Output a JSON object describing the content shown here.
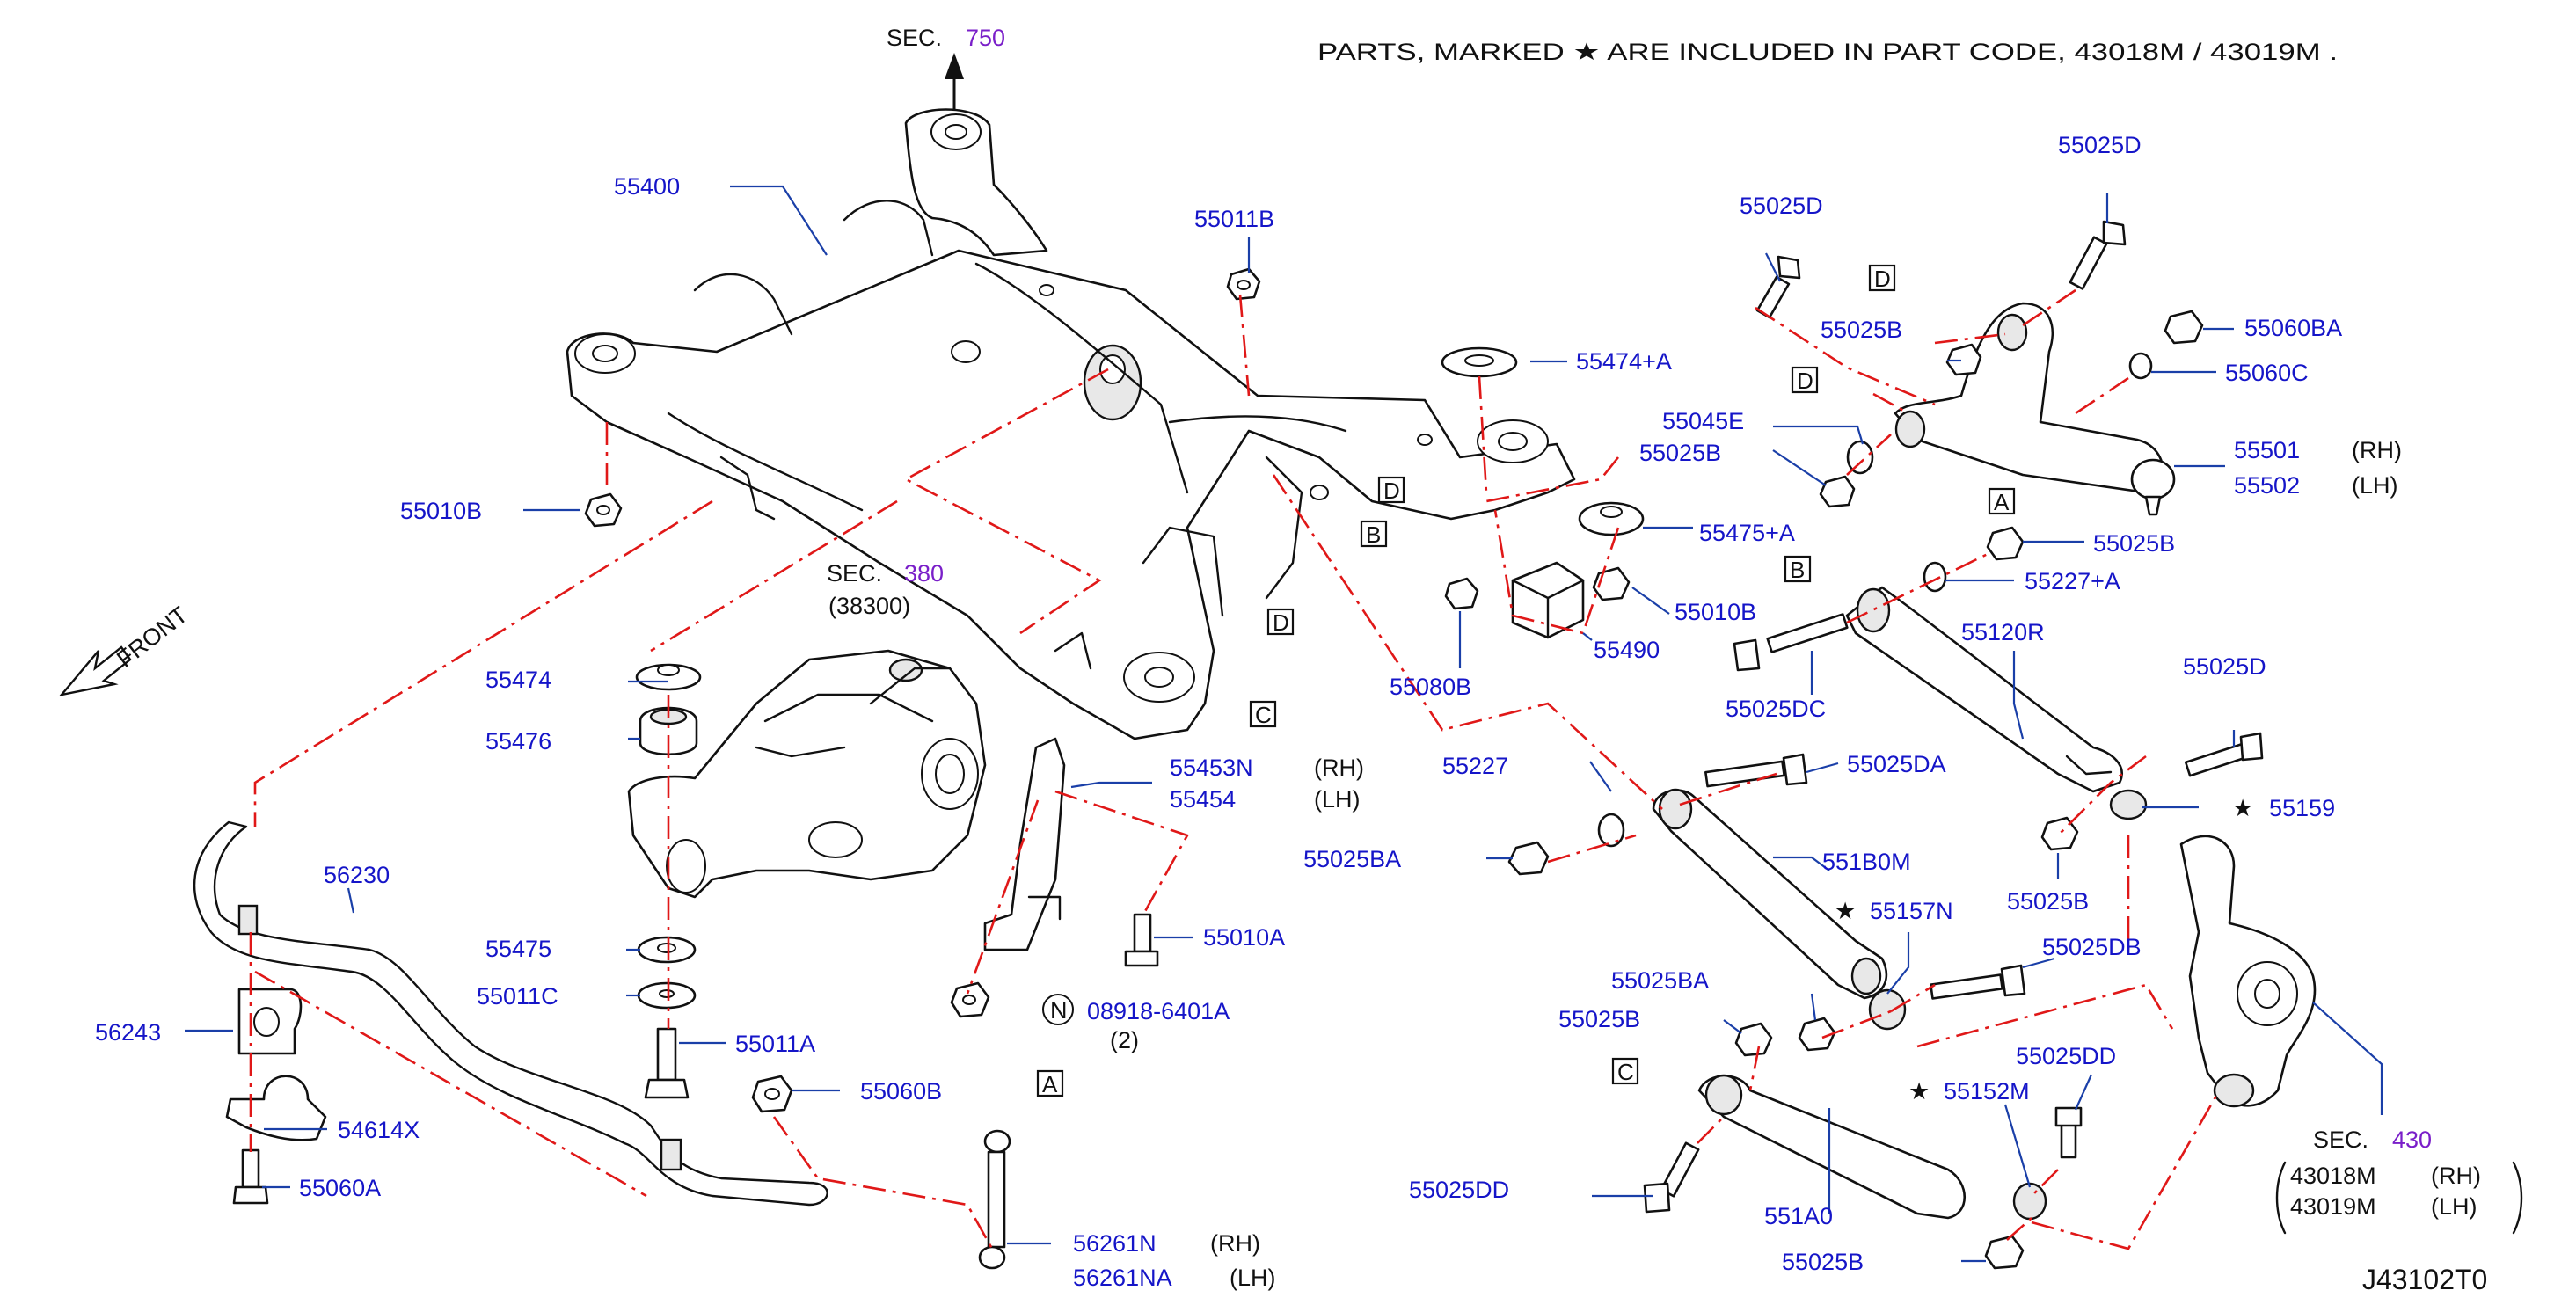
{
  "header": {
    "parts_note": "PARTS, MARKED ★ ARE INCLUDED IN PART CODE, 43018M / 43019M ."
  },
  "diagram_code": "J43102T0",
  "front_label": "FRONT",
  "sections": {
    "sec750": {
      "prefix": "SEC.",
      "num": "750"
    },
    "sec380": {
      "prefix": "SEC.",
      "num": "380",
      "sub": "(38300)"
    },
    "sec430": {
      "prefix": "SEC.",
      "num": "430",
      "rh": "43018M",
      "rh_side": "(RH)",
      "lh": "43019M",
      "lh_side": "(LH)"
    }
  },
  "labels": {
    "p55400": "55400",
    "p55011B": "55011B",
    "p55010B_left": "55010B",
    "p55474A": "55474+A",
    "p55045E": "55045E",
    "p55025B_a": "55025B",
    "p55475A": "55475+A",
    "p55010B_right": "55010B",
    "p55490": "55490",
    "p55080B": "55080B",
    "p55474": "55474",
    "p55476": "55476",
    "p55475": "55475",
    "p55011C": "55011C",
    "p55011A": "55011A",
    "p55453N": "55453N",
    "p55453N_side": "(RH)",
    "p55454": "55454",
    "p55454_side": "(LH)",
    "p55010A": "55010A",
    "p08918": "08918-6401A",
    "p08918_qty": "(2)",
    "p08918_badge": "N",
    "p56230": "56230",
    "p56243": "56243",
    "p54614X": "54614X",
    "p55060A": "55060A",
    "p55060B": "55060B",
    "p56261N": "56261N",
    "p56261N_side": "(RH)",
    "p56261NA": "56261NA",
    "p56261NA_side": "(LH)",
    "p55025D_top": "55025D",
    "p55025D_left": "55025D",
    "p55025B_d": "55025B",
    "p55060BA": "55060BA",
    "p55060C": "55060C",
    "p55501": "55501",
    "p55501_side": "(RH)",
    "p55502": "55502",
    "p55502_side": "(LH)",
    "p55025B_b": "55025B",
    "p55227A": "55227+A",
    "p55120R": "55120R",
    "p55025DC": "55025DC",
    "p55025D_mid": "55025D",
    "p55159": "55159",
    "p55227": "55227",
    "p55025DA": "55025DA",
    "p55025BA_a": "55025BA",
    "p551B0M": "551B0M",
    "p55025B_c": "55025B",
    "p55157N": "55157N",
    "p55025BA_b": "55025BA",
    "p55025DB": "55025DB",
    "p55025B_e": "55025B",
    "p55025DD_a": "55025DD",
    "p55152M": "55152M",
    "p55025DD_b": "55025DD",
    "p551A0": "551A0",
    "p55025B_f": "55025B",
    "star": "★"
  },
  "callouts": {
    "A": "A",
    "B": "B",
    "C": "C",
    "D": "D"
  },
  "colors": {
    "part_no": "#1515c8",
    "section": "#7a1fc9",
    "leader_red": "#e01818",
    "leader_blue": "#1a3fa8"
  }
}
